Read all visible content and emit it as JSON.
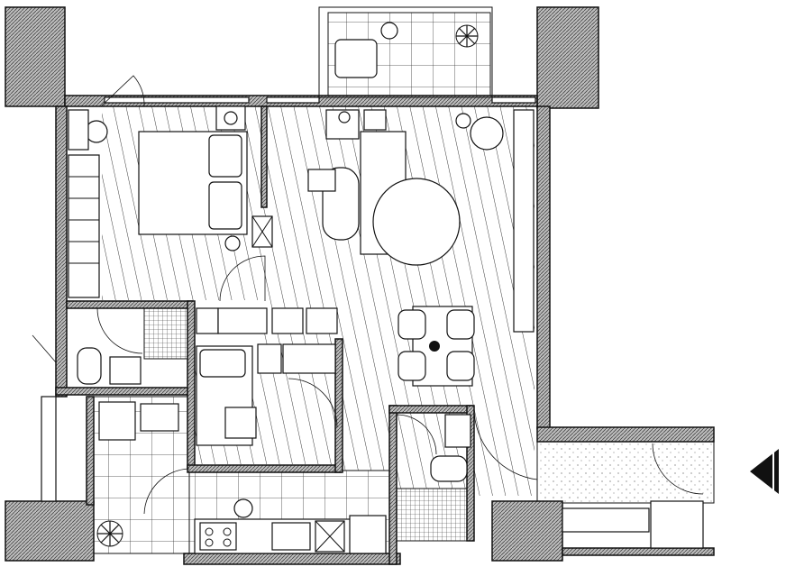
{
  "plan": {
    "background": "#ffffff",
    "line_color": "#111111"
  },
  "entry_marker": {
    "icon": "triangle-entry-arrow-icon"
  },
  "rooms": [
    {
      "id": "bedroom-master"
    },
    {
      "id": "bedroom-second"
    },
    {
      "id": "living-room"
    },
    {
      "id": "dining-area"
    },
    {
      "id": "kitchen"
    },
    {
      "id": "bathroom-main"
    },
    {
      "id": "bathroom-second"
    },
    {
      "id": "laundry-room"
    },
    {
      "id": "balcony-north"
    },
    {
      "id": "entry-terrace"
    }
  ]
}
